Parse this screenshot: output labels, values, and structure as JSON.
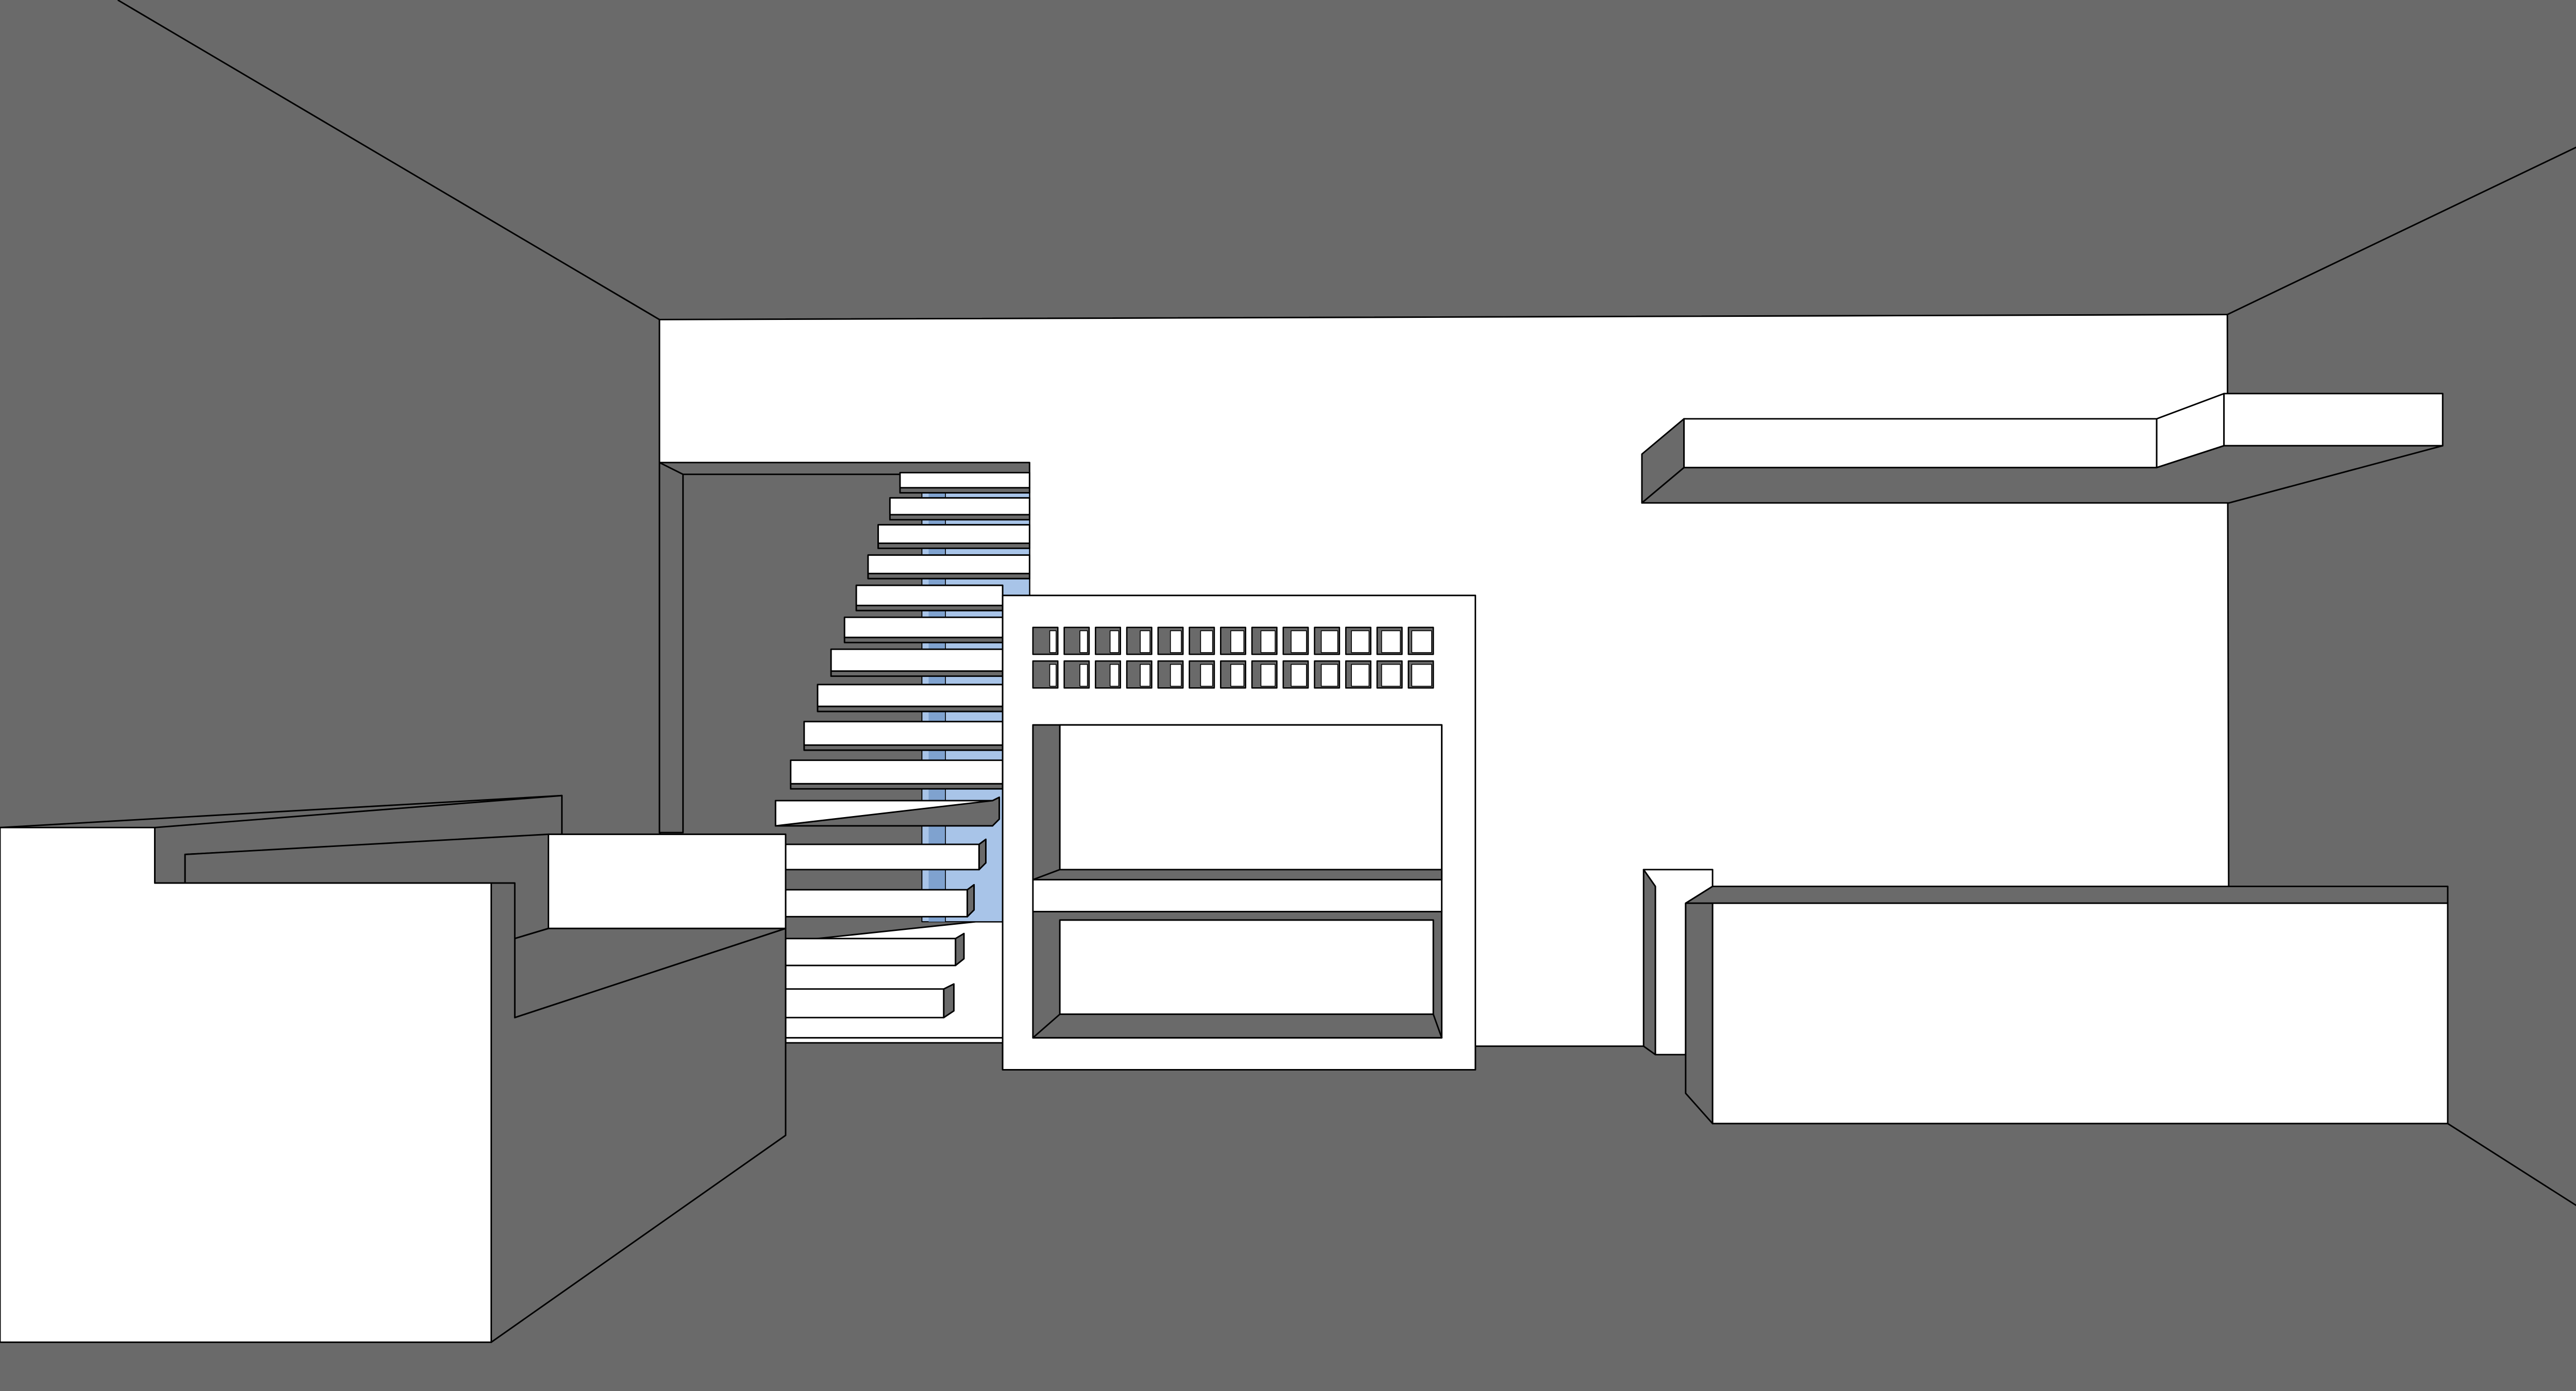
{
  "viewport": {
    "description_shown": false
  },
  "colors": {
    "background": "#6a6a6a",
    "face": "#ffffff",
    "edge": "#000000",
    "glass": "#a8c4e8",
    "glass_dark": "#7fa2cf",
    "shadow_face": "#6a6a6a"
  },
  "scene": {
    "objects": [
      "room-shell",
      "back-wall",
      "floating-staircase",
      "stair-glass-panel",
      "shelving-unit",
      "cubby-grid",
      "wall-shelf",
      "sofa",
      "counter-block",
      "tall-cabinet"
    ]
  }
}
